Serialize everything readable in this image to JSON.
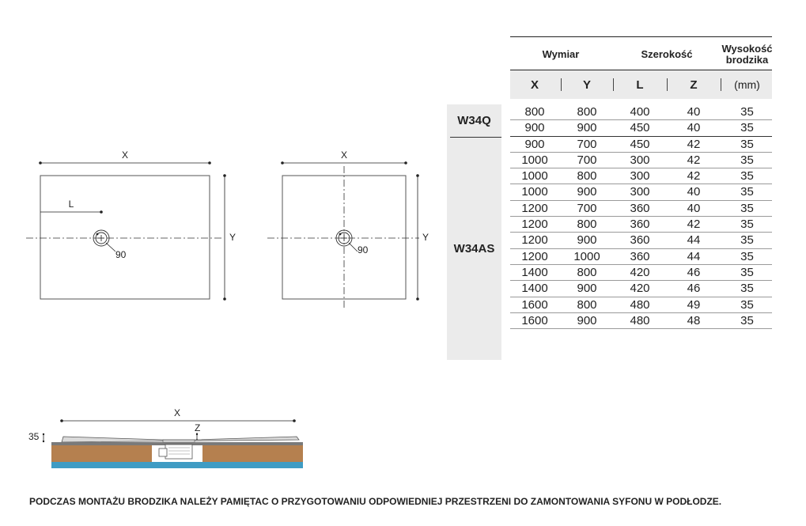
{
  "drawings": {
    "rect_tray": {
      "x_label": "X",
      "y_label": "Y",
      "l_label": "L",
      "drain_label": "90"
    },
    "square_tray": {
      "x_label": "X",
      "y_label": "Y",
      "drain_label": "90"
    },
    "section": {
      "x_label": "X",
      "z_label": "Z",
      "height_label": "35"
    }
  },
  "table": {
    "header": {
      "wymiar": "Wymiar",
      "szerokosc": "Szerokość",
      "wysokosc": "Wysokość brodzika"
    },
    "subheader": {
      "x": "X",
      "y": "Y",
      "l": "L",
      "z": "Z",
      "unit": "(mm)"
    },
    "groups": [
      {
        "name": "W34Q"
      },
      {
        "name": "W34AS"
      }
    ],
    "rows": [
      [
        "800",
        "800",
        "400",
        "40",
        "35"
      ],
      [
        "900",
        "900",
        "450",
        "40",
        "35"
      ],
      [
        "900",
        "700",
        "450",
        "42",
        "35"
      ],
      [
        "1000",
        "700",
        "300",
        "42",
        "35"
      ],
      [
        "1000",
        "800",
        "300",
        "42",
        "35"
      ],
      [
        "1000",
        "900",
        "300",
        "40",
        "35"
      ],
      [
        "1200",
        "700",
        "360",
        "40",
        "35"
      ],
      [
        "1200",
        "800",
        "360",
        "42",
        "35"
      ],
      [
        "1200",
        "900",
        "360",
        "44",
        "35"
      ],
      [
        "1200",
        "1000",
        "360",
        "44",
        "35"
      ],
      [
        "1400",
        "800",
        "420",
        "46",
        "35"
      ],
      [
        "1400",
        "900",
        "420",
        "46",
        "35"
      ],
      [
        "1600",
        "800",
        "480",
        "49",
        "35"
      ],
      [
        "1600",
        "900",
        "480",
        "48",
        "35"
      ]
    ]
  },
  "note": "PODCZAS MONTAŻU BRODZIKA NALEŻY PAMIĘTAC O PRZYGOTOWANIU ODPOWIEDNIEJ PRZESTRZENI DO ZAMONTOWANIA SYFONU W PODŁODZE.",
  "colors": {
    "wood": "#b5804f",
    "water": "#3f9cc4",
    "header_bg": "#ebebeb"
  }
}
